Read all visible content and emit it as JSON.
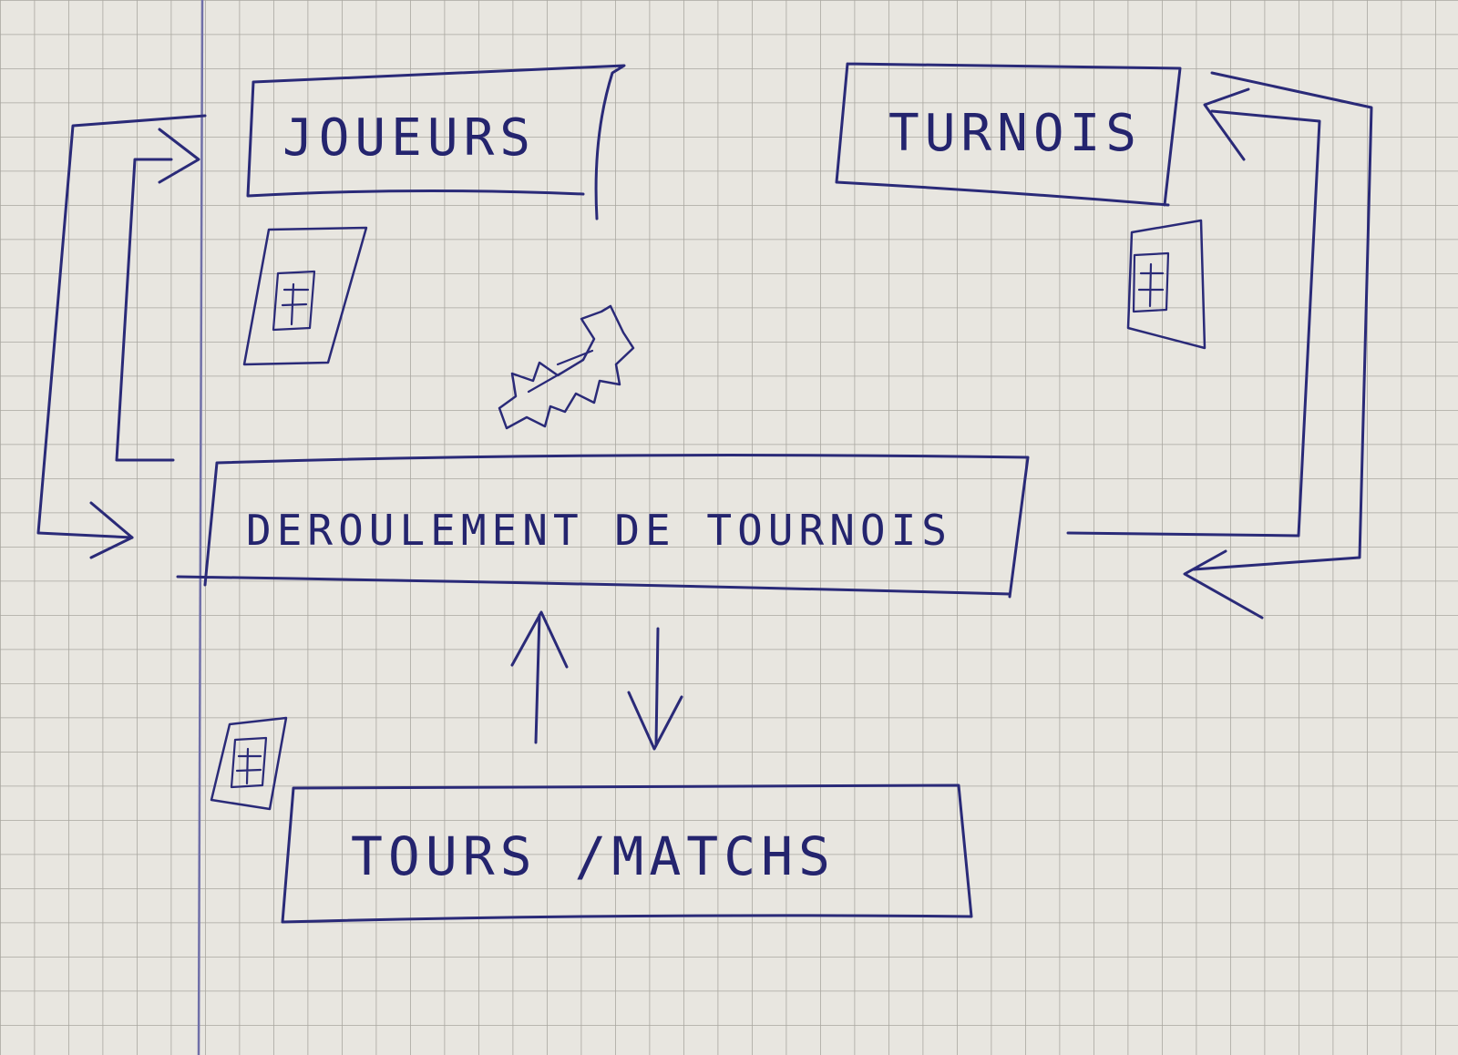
{
  "diagram": {
    "nodes": [
      {
        "id": "joueurs",
        "label": "JOUEURS"
      },
      {
        "id": "tournois",
        "label": "TURNOIS"
      },
      {
        "id": "deroulement",
        "label": "DEROULEMENT DE TOURNOIS"
      },
      {
        "id": "tours_matchs",
        "label": "TOURS /MATCHS"
      }
    ],
    "edges": [
      {
        "from": "joueurs",
        "to": "deroulement",
        "direction": "both"
      },
      {
        "from": "tournois",
        "to": "deroulement",
        "direction": "both"
      },
      {
        "from": "deroulement",
        "to": "tours_matchs",
        "direction": "both"
      }
    ],
    "icons": [
      "menu-list-icon",
      "menu-list-icon",
      "menu-list-icon",
      "gear-icon"
    ],
    "colors": {
      "ink": "#2a2a78",
      "paper": "#e8e6e0",
      "grid": "#a9a7a0",
      "margin_line": "#6f6fa8"
    }
  }
}
